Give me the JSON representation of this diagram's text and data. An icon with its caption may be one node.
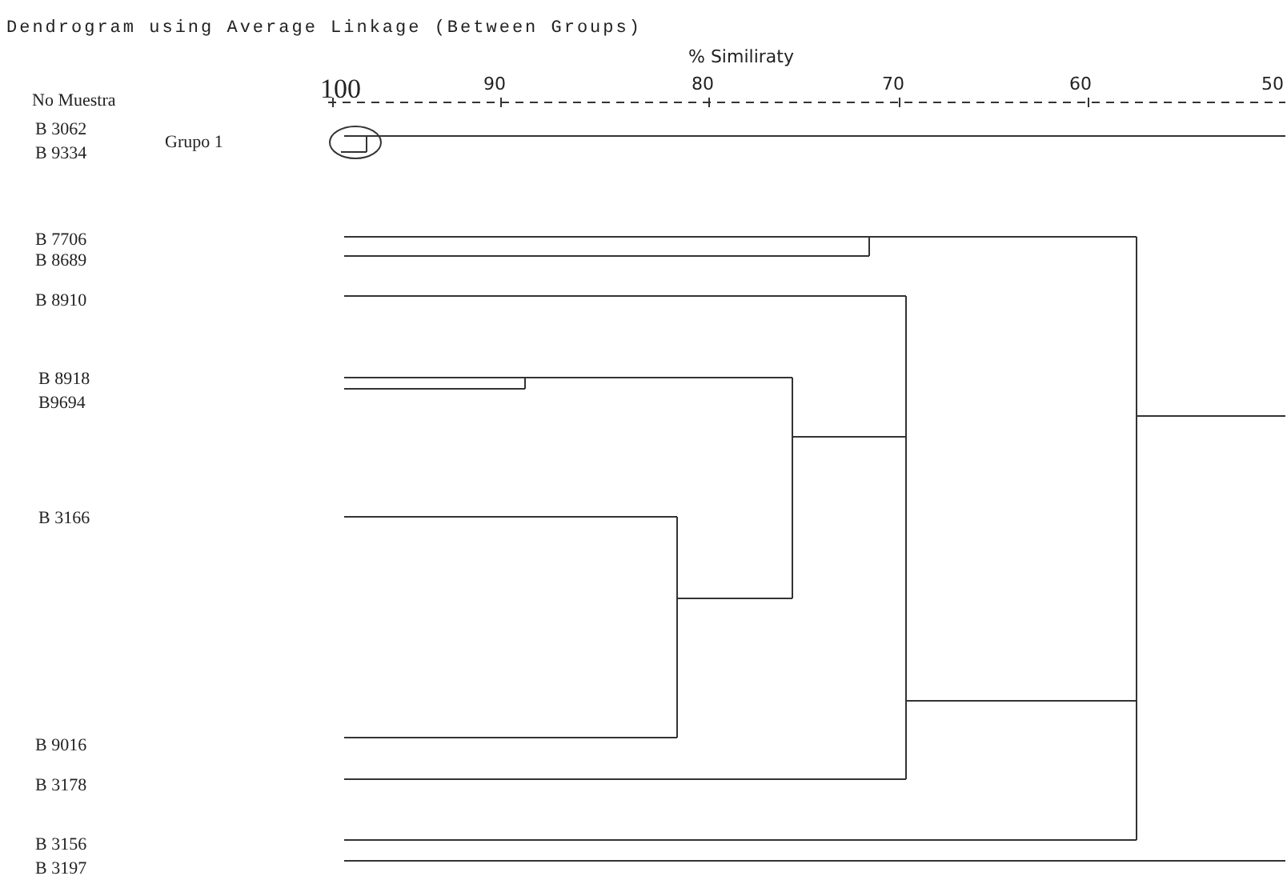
{
  "diagram": {
    "title": "Dendrogram using Average Linkage (Between Groups)",
    "labels": [
      "% Similiraty",
      "100",
      "90",
      "80",
      "70",
      "60",
      "50",
      "No Muestra",
      "B 3062",
      "Grupo 1",
      "B 9334",
      "B 7706",
      "B 8689",
      "B 8910",
      "B 8918",
      "B9694",
      "B 3166",
      "B 9016",
      "B 3178",
      "B 3156",
      "B 3197"
    ]
  }
}
